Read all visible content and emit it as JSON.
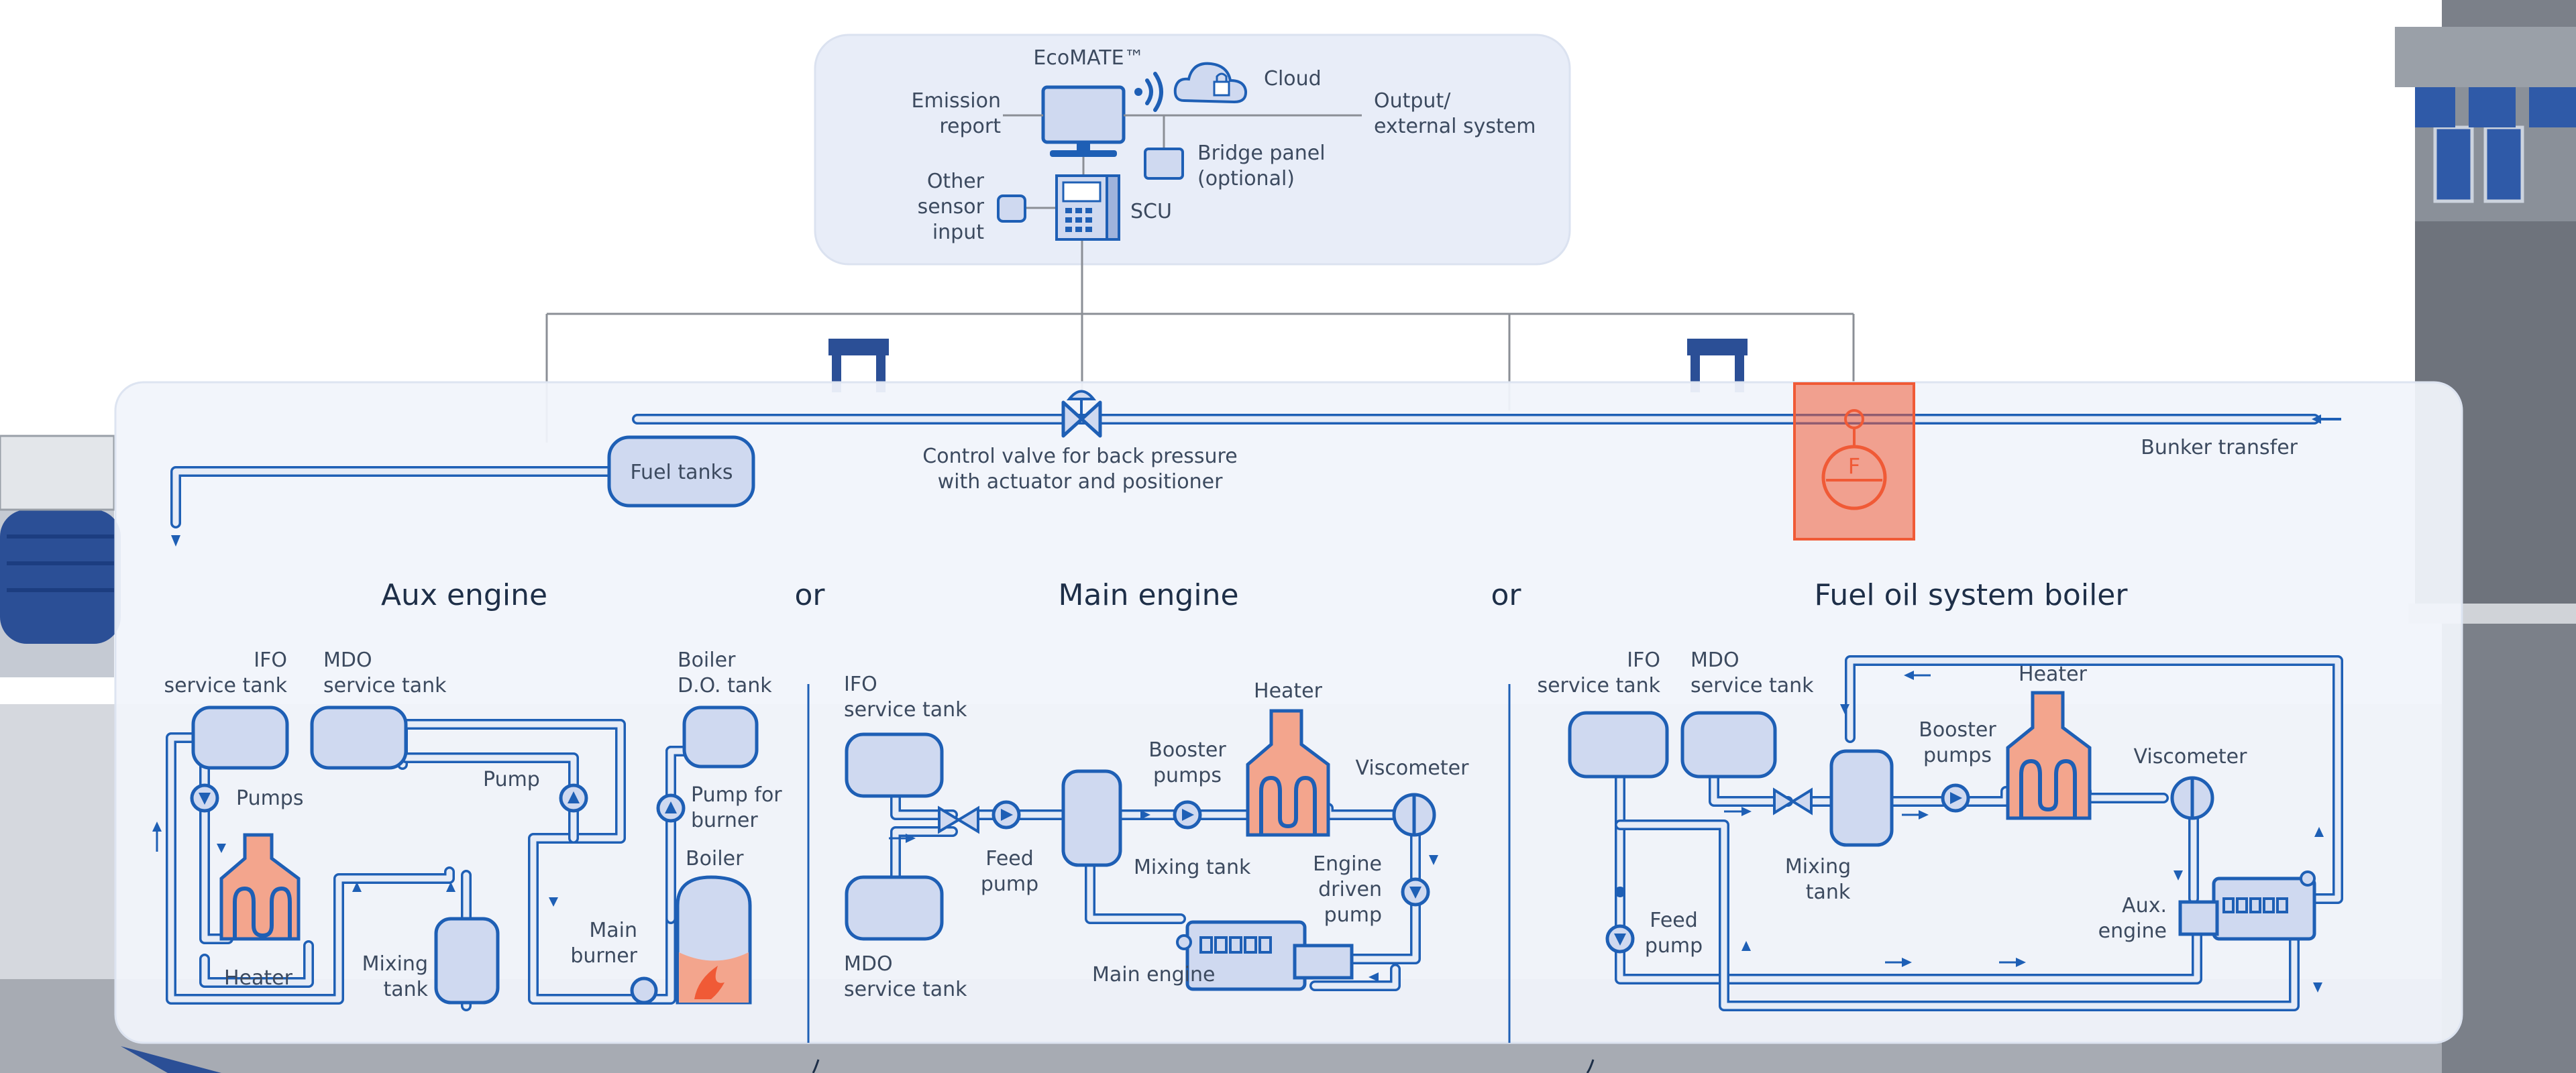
{
  "colors": {
    "pipe": "#1e5fb5",
    "tank_fill": "#cfd9f0",
    "heater_fill": "#f3a58d",
    "flowmeter_highlight": "#f05a36",
    "panel_bg": "#eef2fa"
  },
  "top_panel": {
    "ecomate": "EcoMATE™",
    "cloud": "Cloud",
    "emission_report": [
      "Emission",
      "report"
    ],
    "output": [
      "Output/",
      "external system"
    ],
    "bridge_panel": [
      "Bridge panel",
      "(optional)"
    ],
    "other_sensor": [
      "Other",
      "sensor",
      "input"
    ],
    "scu": "SCU"
  },
  "supply": {
    "fuel_tanks": "Fuel tanks",
    "control_valve": [
      "Control valve for back pressure",
      "with actuator and positioner"
    ],
    "bunker_transfer": "Bunker transfer",
    "flowmeter_symbol": "F"
  },
  "sections": {
    "aux_engine": "Aux engine",
    "or_1": "or",
    "main_engine": "Main engine",
    "or_2": "or",
    "boiler": "Fuel oil system boiler"
  },
  "aux": {
    "ifo": [
      "IFO",
      "service tank"
    ],
    "mdo": [
      "MDO",
      "service tank"
    ],
    "boiler_do": [
      "Boiler",
      "D.O. tank"
    ],
    "pumps": "Pumps",
    "pump": "Pump",
    "pump_for_burner": [
      "Pump for",
      "burner"
    ],
    "boiler": "Boiler",
    "heater": "Heater",
    "mixing_tank": [
      "Mixing",
      "tank"
    ],
    "main_burner": [
      "Main",
      "burner"
    ]
  },
  "main": {
    "ifo": [
      "IFO",
      "service tank"
    ],
    "mdo": [
      "MDO",
      "service tank"
    ],
    "heater": "Heater",
    "booster": [
      "Booster",
      "pumps"
    ],
    "viscometer": "Viscometer",
    "feed_pump": [
      "Feed",
      "pump"
    ],
    "mixing_tank": "Mixing tank",
    "engine_driven": [
      "Engine",
      "driven",
      "pump"
    ],
    "main_engine": "Main engine"
  },
  "fos": {
    "ifo": [
      "IFO",
      "service tank"
    ],
    "mdo": [
      "MDO",
      "service tank"
    ],
    "heater": "Heater",
    "booster": [
      "Booster",
      "pumps"
    ],
    "viscometer": "Viscometer",
    "mixing_tank": [
      "Mixing",
      "tank"
    ],
    "feed_pump": [
      "Feed",
      "pump"
    ],
    "aux_engine": [
      "Aux.",
      "engine"
    ]
  }
}
